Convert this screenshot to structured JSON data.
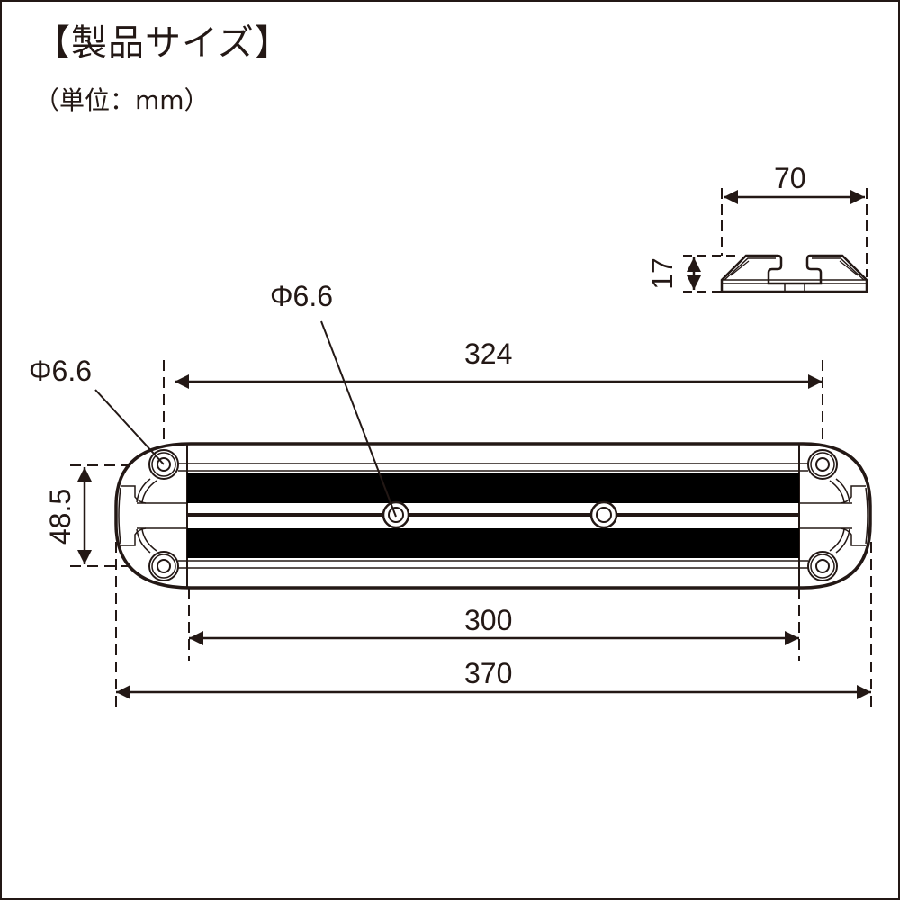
{
  "header": {
    "title": "【製品サイズ】",
    "unit": "（単位：mm）"
  },
  "colors": {
    "line": "#231815",
    "background": "#ffffff",
    "fill_dark": "#000000"
  },
  "top_view": {
    "dimensions": {
      "overall_length": "370",
      "inner_length": "300",
      "hole_spacing": "324",
      "width": "48.5",
      "end_hole_diameter": "Φ6.6",
      "center_hole_diameter": "Φ6.6"
    }
  },
  "side_view": {
    "dimensions": {
      "width": "70",
      "height": "17"
    }
  }
}
